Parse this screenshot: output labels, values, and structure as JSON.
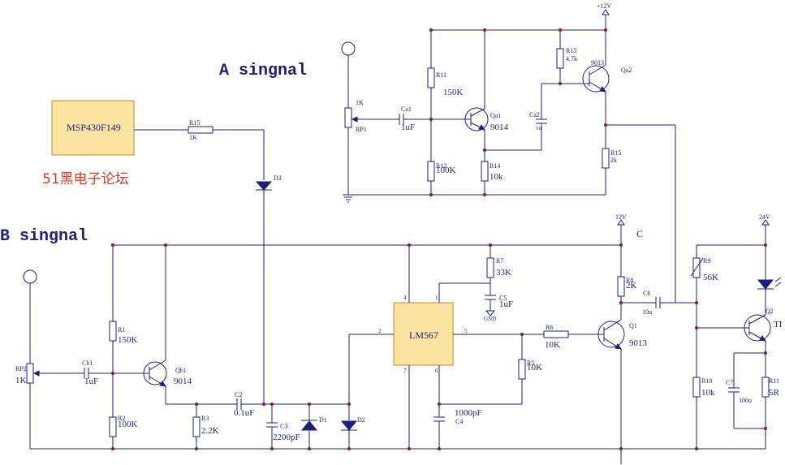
{
  "titles": {
    "a_signal": "A singnal",
    "b_signal": "B singnal",
    "forum": "51黑电子论坛"
  },
  "mcu": {
    "label": "MSP430F149"
  },
  "ic": {
    "label": "LM567",
    "pins": {
      "p1": "1",
      "p2": "2",
      "p4": "4",
      "p5": "5",
      "p6": "6",
      "p7": "7"
    }
  },
  "supplies": {
    "v12_top": "+12V",
    "v12": "12V",
    "v24": "24V",
    "gnd": "GND",
    "node_c": "C"
  },
  "a_section": {
    "rp1": {
      "ref": "RP1",
      "value": "1K"
    },
    "ca1": {
      "ref": "Ca1",
      "value": "1uF"
    },
    "r11": {
      "ref": "R11",
      "value": "150K"
    },
    "r12": {
      "ref": "R12",
      "value": "100K"
    },
    "r14": {
      "ref": "R14",
      "value": "10k"
    },
    "r15a": {
      "ref": "R15",
      "value": "4.7k"
    },
    "r15b": {
      "ref": "R15",
      "value": "2k"
    },
    "ca2": {
      "ref": "Ca2",
      "value": "1u"
    },
    "qa1": {
      "ref": "Qa1",
      "value": "9014"
    },
    "qa2": {
      "ref": "Qa2",
      "value": "9013"
    }
  },
  "b_section": {
    "r15": {
      "ref": "R15",
      "value": "1K"
    },
    "d3": {
      "ref": "D3"
    },
    "rp2": {
      "ref": "RP2",
      "value": "1K"
    },
    "cb1": {
      "ref": "Cb1",
      "value": "1uF"
    },
    "r1": {
      "ref": "R1",
      "value": "150K"
    },
    "r2": {
      "ref": "R2",
      "value": "100K"
    },
    "qb1": {
      "ref": "Qb1",
      "value": "9014"
    },
    "c2": {
      "ref": "C2",
      "value": "0.1uF"
    },
    "r3": {
      "ref": "R3",
      "value": "2.2K"
    },
    "c3": {
      "ref": "C3",
      "value": "2200pF"
    },
    "d1": {
      "ref": "D1"
    },
    "d2": {
      "ref": "D2"
    },
    "r7": {
      "ref": "R7",
      "value": "33K"
    },
    "c5": {
      "ref": "C5",
      "value": "1uF"
    },
    "c4": {
      "ref": "C4",
      "value": "1000pF"
    },
    "r6": {
      "ref": "R6",
      "value": "10K"
    },
    "r5": {
      "ref": "R5",
      "value": "10K"
    },
    "r8": {
      "ref": "R8",
      "value": "2K"
    },
    "q1": {
      "ref": "Q1",
      "value": "9013"
    },
    "c6": {
      "ref": "C6",
      "value": "10u"
    },
    "r9": {
      "ref": "R9",
      "value": "56K"
    },
    "r10": {
      "ref": "R10",
      "value": "10k"
    },
    "c7": {
      "ref": "C7",
      "value": "100u"
    },
    "r11": {
      "ref": "R11",
      "value": "5R"
    },
    "q2": {
      "ref": "Q2",
      "value": "TI"
    }
  }
}
